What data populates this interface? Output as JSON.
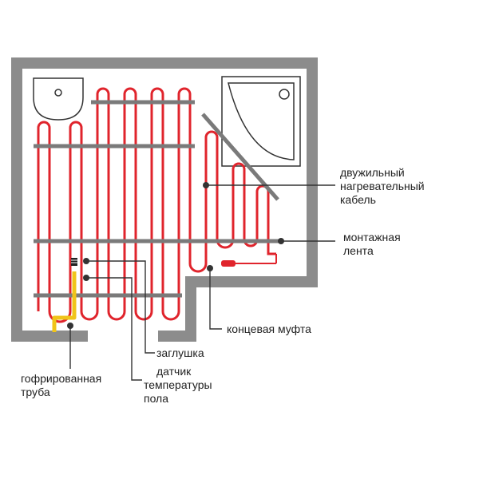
{
  "labels": {
    "cable": [
      "двужильный",
      "нагревательный",
      "кабель"
    ],
    "tape": [
      "монтажная",
      "лента"
    ],
    "end_sleeve": [
      "концевая муфта"
    ],
    "plug": [
      "заглушка"
    ],
    "sensor": [
      "датчик",
      "температуры",
      "пола"
    ],
    "conduit": [
      "гофрированная",
      "труба"
    ]
  },
  "colors": {
    "wall": "#8c8c8c",
    "cable": "#e0242c",
    "tape": "#7a7a7a",
    "conduit": "#f0c419",
    "leader": "#333333",
    "fixture_stroke": "#333333"
  }
}
